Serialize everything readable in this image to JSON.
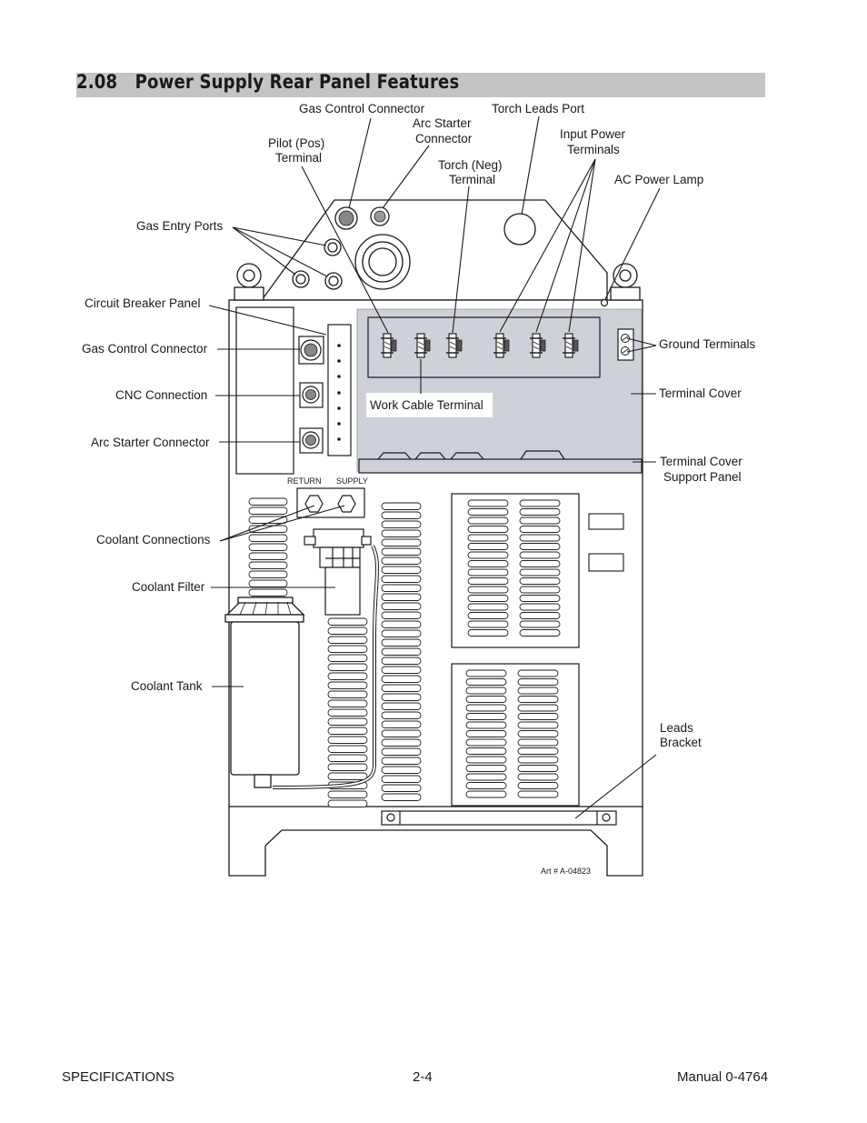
{
  "section": {
    "number": "2.08",
    "title": "Power Supply Rear Panel Features"
  },
  "labels": {
    "gas_control_connector_top": "Gas Control Connector",
    "arc_starter_connector_top_1": "Arc Starter",
    "arc_starter_connector_top_2": "Connector",
    "torch_leads_port": "Torch Leads Port",
    "pilot_terminal_1": "Pilot (Pos)",
    "pilot_terminal_2": "Terminal",
    "input_power_terminals_1": "Input Power",
    "input_power_terminals_2": "Terminals",
    "torch_neg_terminal_1": "Torch (Neg)",
    "torch_neg_terminal_2": "Terminal",
    "ac_power_lamp": "AC Power Lamp",
    "gas_entry_ports": "Gas Entry Ports",
    "circuit_breaker_panel": "Circuit Breaker Panel",
    "gas_control_connector_side": "Gas Control Connector",
    "ground_terminals": "Ground Terminals",
    "cnc_connection": "CNC Connection",
    "terminal_cover": "Terminal Cover",
    "work_cable_terminal": "Work Cable Terminal",
    "arc_starter_connector_side": "Arc Starter Connector",
    "terminal_cover_support_1": "Terminal Cover",
    "terminal_cover_support_2": "Support Panel",
    "return": "RETURN",
    "supply": "SUPPLY",
    "coolant_connections": "Coolant Connections",
    "coolant_filter": "Coolant Filter",
    "coolant_tank": "Coolant Tank",
    "leads_bracket_1": "Leads",
    "leads_bracket_2": "Bracket",
    "art_number": "Art # A-04823"
  },
  "footer": {
    "left": "SPECIFICATIONS",
    "center": "2-4",
    "right": "Manual 0-4764"
  }
}
